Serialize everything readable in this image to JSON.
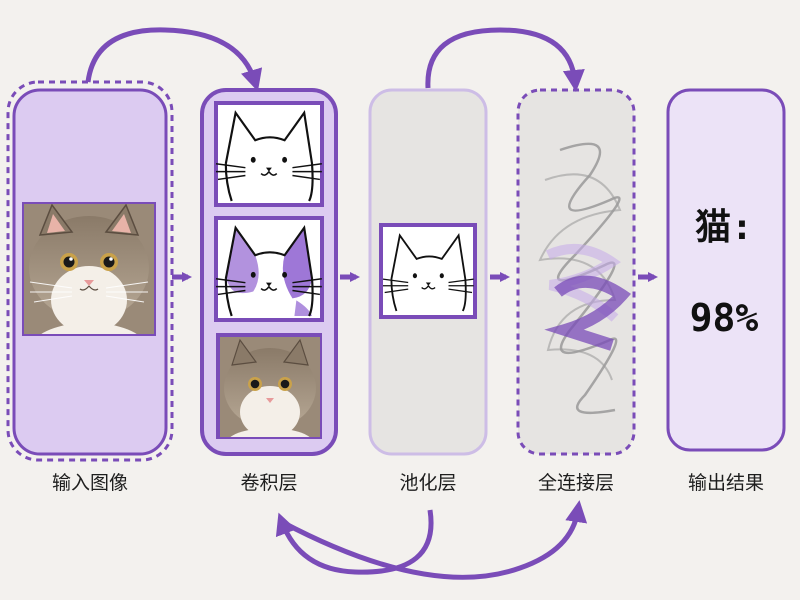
{
  "stages": [
    {
      "label": "输入图像"
    },
    {
      "label": "卷积层"
    },
    {
      "label": "池化层"
    },
    {
      "label": "全连接层"
    },
    {
      "label": "输出结果"
    }
  ],
  "result": {
    "class_label": "猫:",
    "confidence": "98%"
  },
  "colors": {
    "accent": "#7a4cb8",
    "panel_light": "#dccbf1",
    "panel_gray": "#e6e4e2",
    "background": "#f3f1ee"
  },
  "icons": [
    "cat-photo",
    "cat-sketch",
    "cat-sketch-purple",
    "scribble-features"
  ]
}
